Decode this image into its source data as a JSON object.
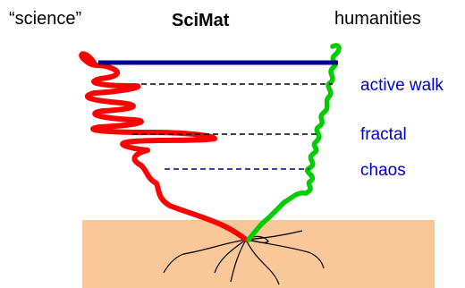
{
  "labels": {
    "left": "“science”",
    "title": "SciMat",
    "right": "humanities",
    "levels": [
      "active walk",
      "fractal",
      "chaos"
    ]
  },
  "colors": {
    "left_walk": "#ff0000",
    "right_walk": "#00cc00",
    "top_bar": "#000099",
    "level_text": "#0000cc",
    "ground": "#fac898",
    "dash_lines": "#000000",
    "chaos_dash": "#000080",
    "roots": "#000000"
  },
  "icons": {
    "roots": "root-system-illustration"
  }
}
